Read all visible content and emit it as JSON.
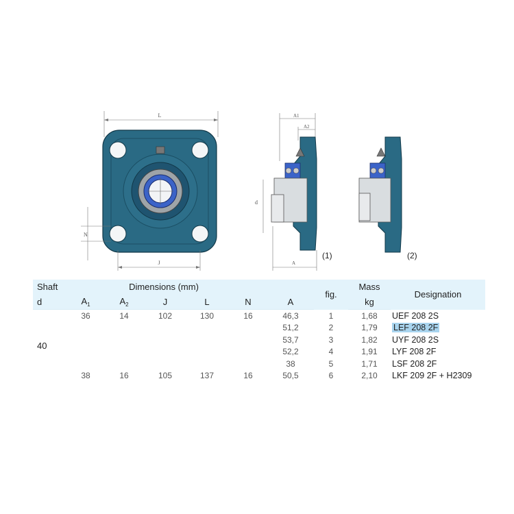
{
  "drawing": {
    "dim_labels": {
      "L": "L",
      "J": "J",
      "N": "N",
      "A1": "A1",
      "A2": "A2",
      "d": "d",
      "A": "A"
    },
    "fig_labels": [
      "(1)",
      "(2)"
    ],
    "colors": {
      "housing": "#2a6a84",
      "housing_dark": "#1f5470",
      "bearing_ring": "#3b63c8",
      "insert": "#d9dde0"
    }
  },
  "table": {
    "header": {
      "shaft": "Shaft",
      "dimensions": "Dimensions (mm)",
      "mass": "Mass",
      "fig": "fig.",
      "designation": "Designation",
      "d": "d",
      "a1_base": "A",
      "a1_sub": "1",
      "a2_base": "A",
      "a2_sub": "2",
      "j": "J",
      "l": "L",
      "n": "N",
      "a": "A",
      "kg": "kg"
    },
    "shaft_value": "40",
    "rows": [
      {
        "a1": "36",
        "a2": "14",
        "j": "102",
        "l": "130",
        "n": "16",
        "a": "46,3",
        "fig": "1",
        "mass": "1,68",
        "designation": "UEF 208 2S"
      },
      {
        "a1": "",
        "a2": "",
        "j": "",
        "l": "",
        "n": "",
        "a": "51,2",
        "fig": "2",
        "mass": "1,79",
        "designation": "LEF 208 2F"
      },
      {
        "a1": "",
        "a2": "",
        "j": "",
        "l": "",
        "n": "",
        "a": "53,7",
        "fig": "3",
        "mass": "1,82",
        "designation": "UYF 208 2S"
      },
      {
        "a1": "",
        "a2": "",
        "j": "",
        "l": "",
        "n": "",
        "a": "52,2",
        "fig": "4",
        "mass": "1,91",
        "designation": "LYF 208 2F"
      },
      {
        "a1": "",
        "a2": "",
        "j": "",
        "l": "",
        "n": "",
        "a": "38",
        "fig": "5",
        "mass": "1,71",
        "designation": "LSF 208 2F"
      },
      {
        "a1": "38",
        "a2": "16",
        "j": "105",
        "l": "137",
        "n": "16",
        "a": "50,5",
        "fig": "6",
        "mass": "2,10",
        "designation": "LKF 209 2F + H2309"
      }
    ]
  }
}
